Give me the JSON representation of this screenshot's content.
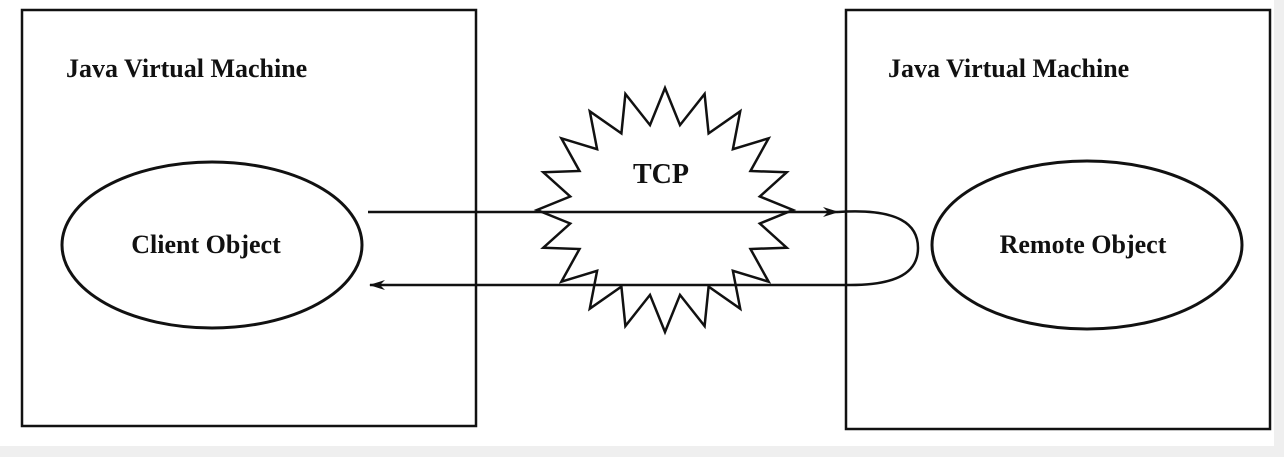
{
  "diagram": {
    "left_box": {
      "title": "Java Virtual Machine",
      "object_label": "Client Object"
    },
    "right_box": {
      "title": "Java Virtual Machine",
      "object_label": "Remote Object"
    },
    "network": {
      "label": "TCP"
    },
    "colors": {
      "stroke": "#111111",
      "background": "#ffffff"
    }
  }
}
